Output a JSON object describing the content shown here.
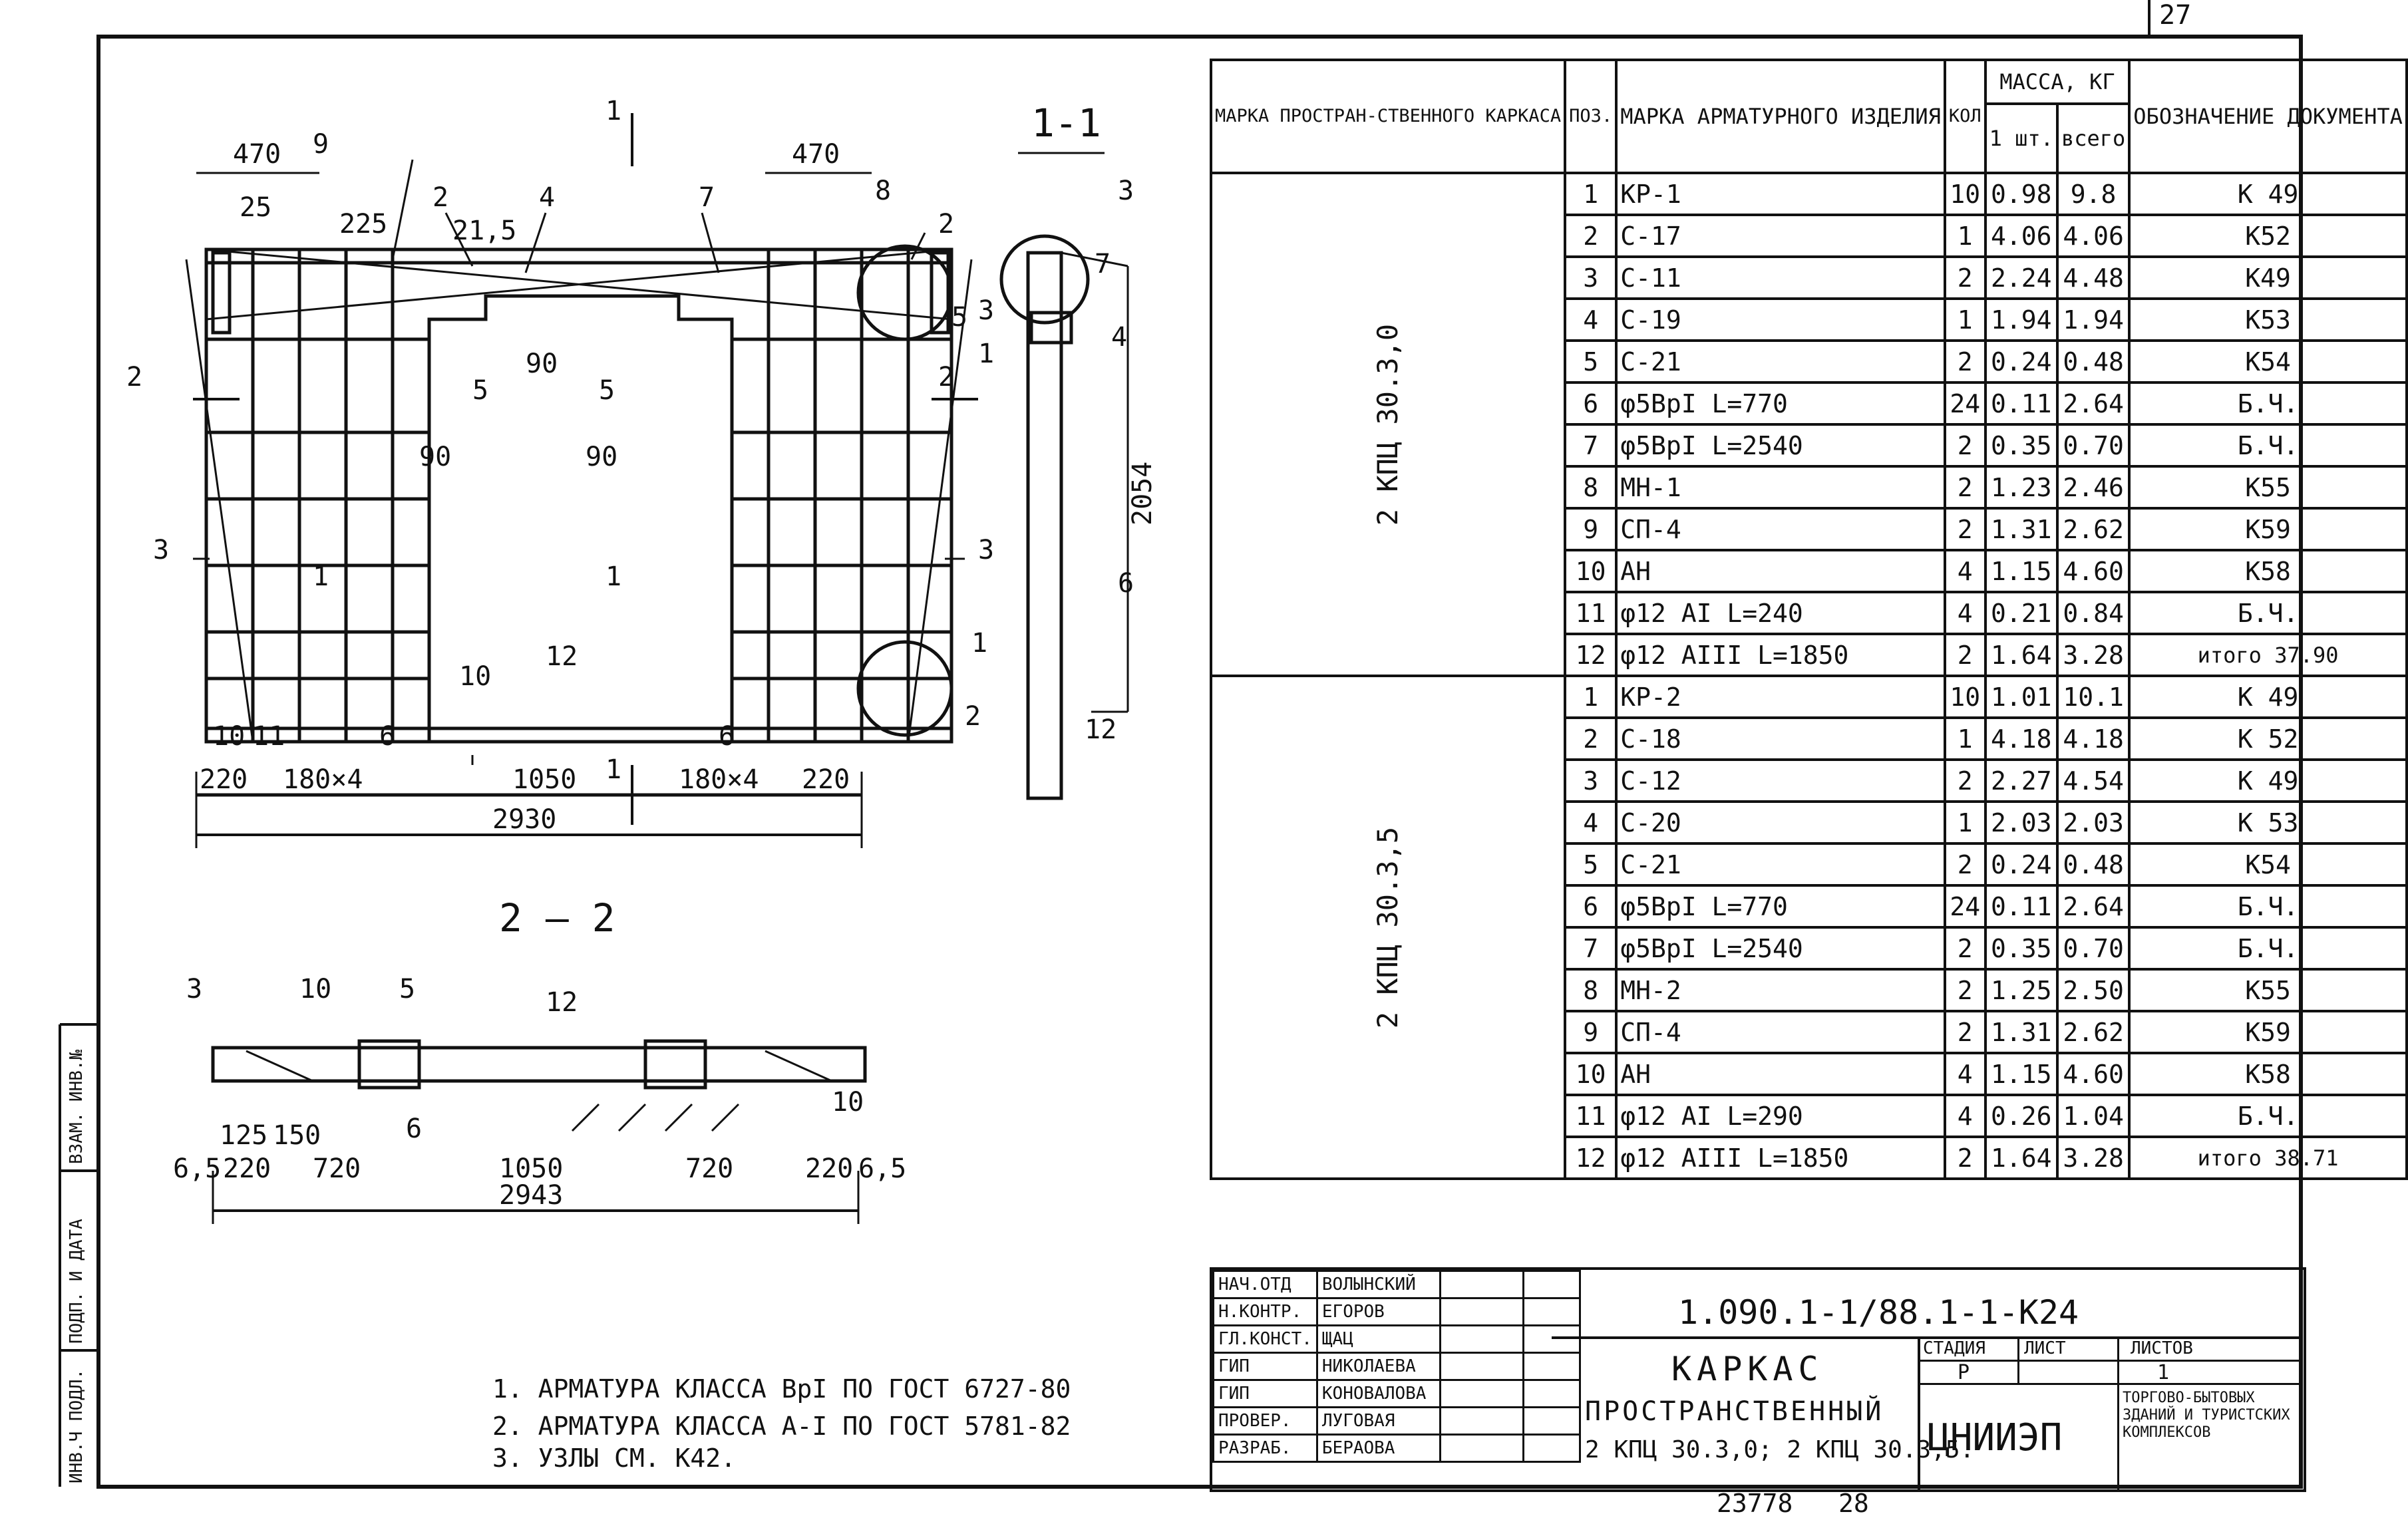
{
  "sheet": {
    "page_no": "27",
    "bottom_code": "23778   28",
    "sidebar_labels": [
      "ИНВ.Ч ПОДЛ.",
      "ПОДП. И ДАТА",
      "ВЗАМ. ИНВ.№"
    ]
  },
  "drawing": {
    "section_1_1": "1-1",
    "section_2_2": "2 — 2",
    "dims_top": [
      "470",
      "470",
      "25",
      "225",
      "21,5"
    ],
    "dims_bottom": [
      "220",
      "180×4",
      "1050",
      "180×4",
      "220"
    ],
    "total": "2930",
    "height": "2054",
    "inner": [
      "90",
      "90",
      "90",
      "10"
    ],
    "positions": [
      "9",
      "2",
      "4",
      "7",
      "8",
      "3",
      "1",
      "5",
      "5",
      "3",
      "3",
      "1",
      "1",
      "12",
      "10",
      "11",
      "6",
      "6",
      "2",
      "1"
    ],
    "section_markers": [
      "1",
      "1",
      "2",
      "2"
    ],
    "side_positions": [
      "2",
      "3",
      "7",
      "5",
      "4",
      "6",
      "1",
      "12"
    ],
    "s22_positions": [
      "3",
      "10",
      "5",
      "12",
      "6",
      "10"
    ],
    "s22_dims": [
      "125",
      "150",
      "6,5",
      "220",
      "720",
      "1050",
      "720",
      "220",
      "6,5"
    ],
    "s22_total": "2943"
  },
  "spec": {
    "headers": {
      "frame_mark": "МАРКА ПРОСТРАН-СТВЕННОГО КАРКАСА",
      "pos": "ПОЗ.",
      "item_mark": "МАРКА АРМАТУРНОГО ИЗДЕЛИЯ",
      "qty": "КОЛ",
      "mass": "МАССА, КГ",
      "mass_one": "1 шт.",
      "mass_total": "всего",
      "doc": "ОБОЗНАЧЕНИЕ ДОКУМЕНТА"
    },
    "groups": [
      {
        "name": "2 КПЦ 30.3,0",
        "rows": [
          [
            "1",
            "КР-1",
            "10",
            "0.98",
            "9.8",
            "К 49"
          ],
          [
            "2",
            "С-17",
            "1",
            "4.06",
            "4.06",
            "К52"
          ],
          [
            "3",
            "С-11",
            "2",
            "2.24",
            "4.48",
            "К49"
          ],
          [
            "4",
            "С-19",
            "1",
            "1.94",
            "1.94",
            "К53"
          ],
          [
            "5",
            "С-21",
            "2",
            "0.24",
            "0.48",
            "К54"
          ],
          [
            "6",
            "φ5ВрI L=770",
            "24",
            "0.11",
            "2.64",
            "Б.Ч."
          ],
          [
            "7",
            "φ5ВрI L=2540",
            "2",
            "0.35",
            "0.70",
            "Б.Ч."
          ],
          [
            "8",
            "МН-1",
            "2",
            "1.23",
            "2.46",
            "К55"
          ],
          [
            "9",
            "СП-4",
            "2",
            "1.31",
            "2.62",
            "К59"
          ],
          [
            "10",
            "АН",
            "4",
            "1.15",
            "4.60",
            "К58"
          ],
          [
            "11",
            "φ12 АI L=240",
            "4",
            "0.21",
            "0.84",
            "Б.Ч."
          ],
          [
            "12",
            "φ12 АIII L=1850",
            "2",
            "1.64",
            "3.28",
            "итого 37.90"
          ]
        ]
      },
      {
        "name": "2 КПЦ 30.3,5",
        "rows": [
          [
            "1",
            "КР-2",
            "10",
            "1.01",
            "10.1",
            "К 49"
          ],
          [
            "2",
            "С-18",
            "1",
            "4.18",
            "4.18",
            "К 52"
          ],
          [
            "3",
            "С-12",
            "2",
            "2.27",
            "4.54",
            "К 49"
          ],
          [
            "4",
            "С-20",
            "1",
            "2.03",
            "2.03",
            "К 53"
          ],
          [
            "5",
            "С-21",
            "2",
            "0.24",
            "0.48",
            "К54"
          ],
          [
            "6",
            "φ5ВрI L=770",
            "24",
            "0.11",
            "2.64",
            "Б.Ч."
          ],
          [
            "7",
            "φ5ВрI L=2540",
            "2",
            "0.35",
            "0.70",
            "Б.Ч."
          ],
          [
            "8",
            "МН-2",
            "2",
            "1.25",
            "2.50",
            "К55"
          ],
          [
            "9",
            "СП-4",
            "2",
            "1.31",
            "2.62",
            "К59"
          ],
          [
            "10",
            "АН",
            "4",
            "1.15",
            "4.60",
            "К58"
          ],
          [
            "11",
            "φ12 АI L=290",
            "4",
            "0.26",
            "1.04",
            "Б.Ч."
          ],
          [
            "12",
            "φ12 АIII L=1850",
            "2",
            "1.64",
            "3.28",
            "итого 38.71"
          ]
        ]
      }
    ]
  },
  "notes": [
    "1. АРМАТУРА КЛАССА ВрI ПО ГОСТ 6727-80",
    "2. АРМАТУРА КЛАССА А-I ПО ГОСТ 5781-82",
    "3. УЗЛЫ СМ. К42."
  ],
  "stamp": {
    "roles": [
      [
        "НАЧ.ОТД",
        "ВОЛЫНСКИЙ"
      ],
      [
        "Н.КОНТР.",
        "ЕГОРОВ"
      ],
      [
        "ГЛ.КОНСТ.",
        "ЩАЦ"
      ],
      [
        "ГИП",
        "НИКОЛАЕВА"
      ],
      [
        "ГИП",
        "КОНОВАЛОВА"
      ],
      [
        "ПРОВЕР.",
        "ЛУГОВАЯ"
      ],
      [
        "РАЗРАБ.",
        "БЕРАОВА"
      ]
    ],
    "code": "1.090.1-1/88.1-1-К24",
    "title_1": "КАРКАС",
    "title_2": "ПРОСТРАНСТВЕННЫЙ",
    "title_3": "2 КПЦ 30.3,0; 2 КПЦ 30.3,5.",
    "stage_label": "СТАДИЯ",
    "sheet_label": "ЛИСТ",
    "sheets_label": "ЛИСТОВ",
    "stage": "Р",
    "sheet": "1",
    "org": "ЦНИИЭП",
    "org_note": "ТОРГОВО-БЫТОВЫХ ЗДАНИЙ И ТУРИСТСКИХ КОМПЛЕКСОВ"
  }
}
